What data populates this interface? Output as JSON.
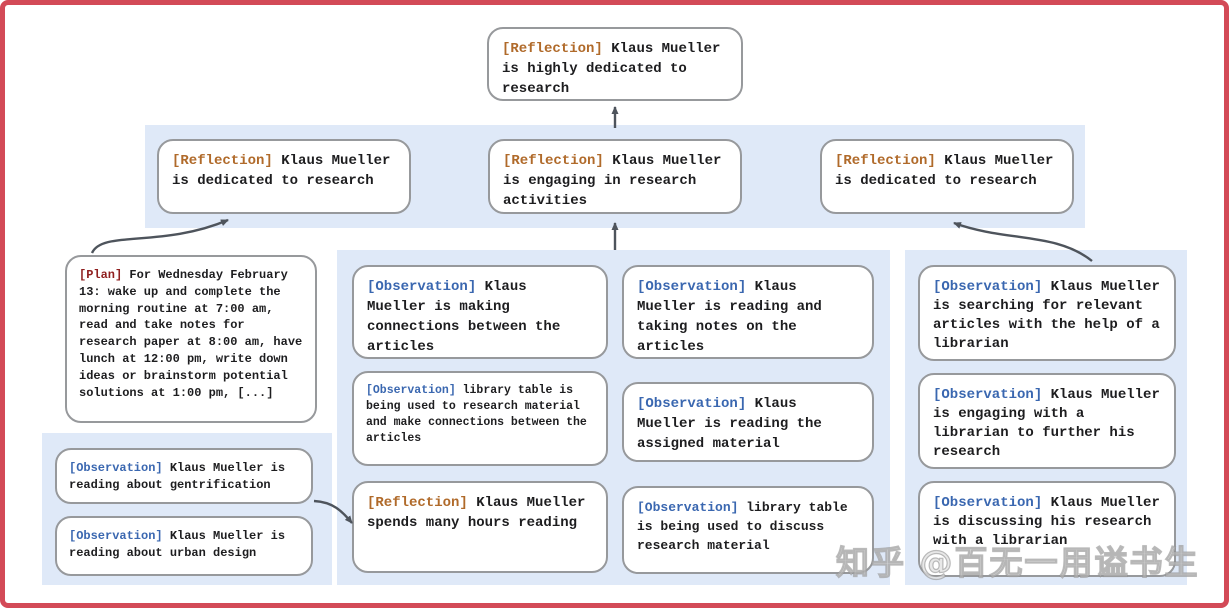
{
  "colors": {
    "frame": "#d34a57",
    "band": "#dfe9f8",
    "node_border": "#97999c",
    "reflection_tag": "#b06a2a",
    "observation_tag": "#3a67b0",
    "plan_tag": "#8f1f1f",
    "arrow": "#4e545c"
  },
  "nodes": {
    "top_reflection": {
      "tag": "[Reflection]",
      "text": "Klaus Mueller is highly dedicated to research"
    },
    "row2_reflections": [
      {
        "tag": "[Reflection]",
        "text": "Klaus Mueller is dedicated to research"
      },
      {
        "tag": "[Reflection]",
        "text": "Klaus Mueller is engaging in research activities"
      },
      {
        "tag": "[Reflection]",
        "text": "Klaus Mueller is dedicated to research"
      }
    ],
    "plan": {
      "tag": "[Plan]",
      "text": "For Wednesday February 13: wake up and complete the morning routine at 7:00 am, read and take notes for research paper at 8:00 am, have lunch at 12:00 pm, write down ideas or brainstorm potential solutions at 1:00 pm, [...]"
    },
    "left_observations": [
      {
        "tag": "[Observation]",
        "text": "Klaus Mueller is reading about gentrification"
      },
      {
        "tag": "[Observation]",
        "text": "Klaus Mueller is reading about urban design"
      }
    ],
    "middle_col1": [
      {
        "tag": "[Observation]",
        "text": "Klaus Mueller is making connections between the articles"
      },
      {
        "tag": "[Observation]",
        "text": "library table is being used to research material and make connections between the articles"
      },
      {
        "tag": "[Reflection]",
        "text": "Klaus Mueller spends many hours reading"
      }
    ],
    "middle_col2": [
      {
        "tag": "[Observation]",
        "text": "Klaus Mueller is reading and taking notes on the articles"
      },
      {
        "tag": "[Observation]",
        "text": "Klaus Mueller is reading the assigned material"
      },
      {
        "tag": "[Observation]",
        "text": "library table is being used to discuss research material"
      }
    ],
    "right_col": [
      {
        "tag": "[Observation]",
        "text": "Klaus Mueller is searching for relevant articles with the help of a librarian"
      },
      {
        "tag": "[Observation]",
        "text": "Klaus Mueller is engaging with a librarian to further his research"
      },
      {
        "tag": "[Observation]",
        "text": "Klaus Mueller is discussing his research with a librarian"
      }
    ]
  },
  "watermark": "知乎 @百无一用谥书生"
}
